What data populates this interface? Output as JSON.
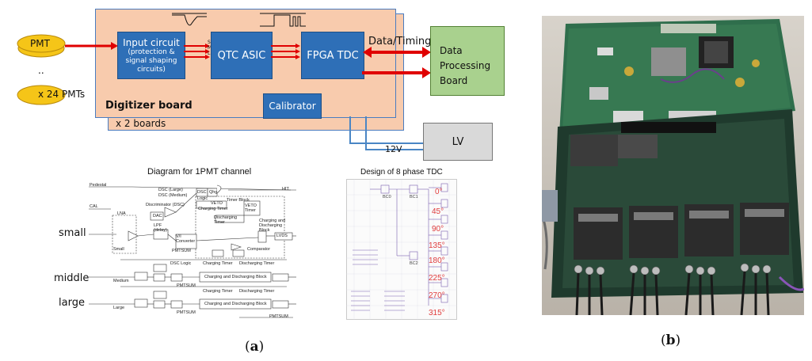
{
  "top_diagram": {
    "pmt_label": "PMT",
    "dots": "..",
    "x24_label": "x 24 PMTs",
    "input_circuit_title": "Input circuit",
    "input_circuit_sub": "(protection & signal shaping circuits)",
    "qtc_asic": "QTC ASIC",
    "fpga_tdc": "FPGA TDC",
    "calibrator": "Calibrator",
    "digitizer_board": "Digitizer board",
    "x2_boards": "x 2 boards",
    "data_timing": "Data/Timing",
    "data_processing_board": "Data Processing Board",
    "lv": "LV",
    "volt": "12V",
    "bus_letters": [
      "S",
      "M",
      "L"
    ]
  },
  "channel_diagram": {
    "title": "Diagram for 1PMT channel",
    "input_labels": [
      "small",
      "middle",
      "large"
    ],
    "labels": {
      "pedestal": "Pedestal",
      "cal": "CAL",
      "lna": "LNA",
      "dsc_large": "DSC (Large)",
      "dsc_medium": "DSC (Medium)",
      "disc_dsc": "Discriminator (DSC)",
      "dac": "DAC",
      "lpf_delay": "LPF (delay)",
      "vi_converter": "V/I Converter",
      "pmtsum": "PMTSUM",
      "small": "Small",
      "medium": "Medium",
      "large": "Large",
      "dsc": "DSC",
      "dsc_logic": "DSC Logic",
      "qhg": "Qhg",
      "logic": "Logic",
      "veto": "VETO",
      "timer_block": "Timer Block",
      "charging_timer": "Charging Timer",
      "discharging_timer": "Discharging Timer",
      "veto_timer": "VETO Timer",
      "charging_discharging_block": "Charging and Discharging Block",
      "lvds": "LVDS",
      "comparator": "Comparator",
      "hit": "HIT",
      "lpf": "LPF",
      "vi": "V/I",
      "charging_and_discharging_block": "Charging and Discharging Block",
      "pmtsum_out": "PMTSUM"
    }
  },
  "tdc_diagram": {
    "title": "Design of 8 phase TDC",
    "phases": [
      "0°",
      "45°",
      "90°",
      "135°",
      "180°",
      "225°",
      "270°",
      "315°"
    ],
    "blocks": [
      "BC0",
      "BC1",
      "BC2"
    ]
  },
  "captions": {
    "a_open": "(",
    "a": "a",
    "a_close": ")",
    "b_open": "(",
    "b": "b",
    "b_close": ")"
  },
  "colors": {
    "blue_box": "#2e6fb7",
    "peach": "#f8cbad",
    "pmt_yellow": "#f5c518",
    "green_box": "#a9d18e",
    "lv_gray": "#d9d9d9",
    "arrow_red": "#e00000",
    "cable_blue": "#4a86c5"
  }
}
